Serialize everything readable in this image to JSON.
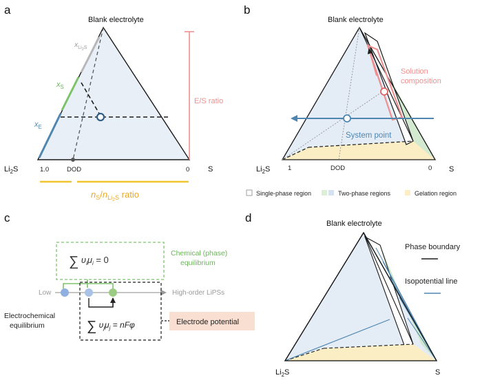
{
  "colors": {
    "triangle_fill": "#e9eff7",
    "triangle_edge": "#1a1a1a",
    "grey": "#9a9a9a",
    "green": "#7cc36a",
    "blue": "#4f86b0",
    "pink": "#ef8f8f",
    "yellow": "#f2c431",
    "orange_label": "#e8a92a",
    "green_text": "#6db35c",
    "legend_green": "#dcefd8",
    "legend_blue": "#d6e2f2",
    "legend_yellow": "#fbeec5",
    "potential_box": "#f8dfd2"
  },
  "panel_a": {
    "letter": "a",
    "top_label": "Blank electrolyte",
    "left_corner": "Li",
    "left_corner_sub": "2",
    "left_corner_tail": "S",
    "right_corner": "S",
    "tick_left": "1.0",
    "tick_mid": "DOD",
    "tick_right": "0",
    "x_li2s_main": "x",
    "x_li2s_sub": "Li",
    "x_li2s_sub2": "2",
    "x_li2s_sub3": "S",
    "xs_main": "x",
    "xs_sub": "S",
    "xe_main": "x",
    "xe_sub": "E",
    "es_ratio": "E/S ratio",
    "ratio_n1": "n",
    "ratio_n1_sub": "S",
    "ratio_slash": "/",
    "ratio_n2": "n",
    "ratio_n2_sub": "Li",
    "ratio_n2_sub2": "2",
    "ratio_n2_sub3": "S",
    "ratio_word": " ratio"
  },
  "panel_b": {
    "letter": "b",
    "top_label": "Blank electrolyte",
    "left_corner": "Li",
    "left_corner_sub": "2",
    "left_corner_tail": "S",
    "right_corner": "S",
    "tick_left": "1",
    "tick_mid": "DOD",
    "tick_right": "0",
    "solution_line1": "Solution",
    "solution_line2": "composition",
    "system_point": "System point",
    "legend_single": "Single-phase region",
    "legend_two": "Two-phase regions",
    "legend_gel": "Gelation region"
  },
  "panel_c": {
    "letter": "c",
    "chem_line1": "Chemical (phase)",
    "chem_line2": "equilibrium",
    "eq1": "∑ υ",
    "eq1_tail": "μ",
    "eq1_rhs": " = 0",
    "eq2": "∑ υ",
    "eq2_tail": "μ",
    "eq2_rhs": " = nFφ",
    "sub_i": "i",
    "sub_j": "j",
    "low": "Low",
    "high": "High-order LiPSs",
    "electrochem_line1": "Electrochemical",
    "electrochem_line2": "equilibrium",
    "electrode_potential": "Electrode potential"
  },
  "panel_d": {
    "letter": "d",
    "top_label": "Blank electrolyte",
    "left_corner": "Li",
    "left_corner_sub": "2",
    "left_corner_tail": "S",
    "right_corner": "S",
    "phase_boundary": "Phase boundary",
    "isopotential": "Isopotential line"
  }
}
